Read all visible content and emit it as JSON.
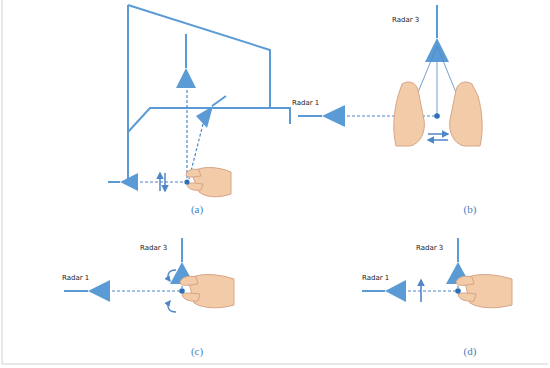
{
  "diagram": {
    "labels": [
      "(a)",
      "Radar 3",
      "Radar 1",
      "(b)",
      "Radar 3",
      "Radar 1",
      "(c)",
      "Radar 3",
      "Radar 1",
      "(d)"
    ]
  }
}
